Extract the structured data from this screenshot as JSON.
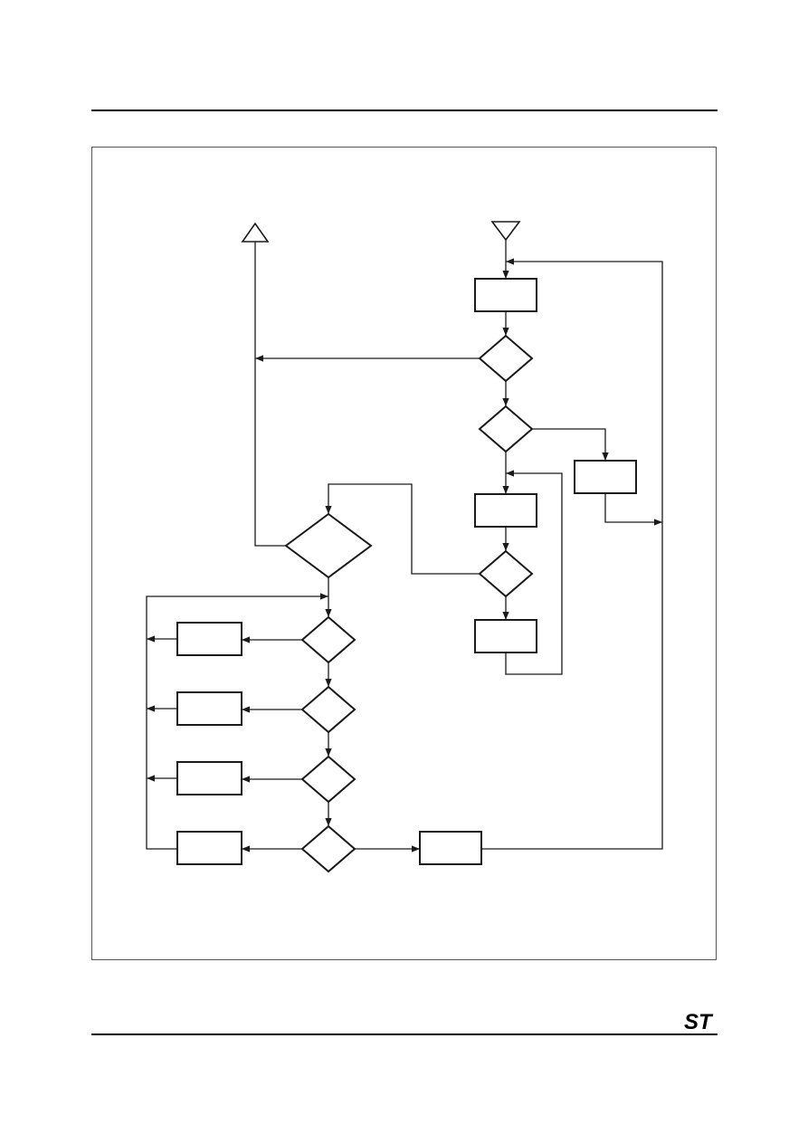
{
  "page": {
    "header_rule": true,
    "footer_rule": true
  },
  "diagram": {
    "type": "flowchart",
    "line_color": "#1a1a1a",
    "terminals": [
      {
        "id": "exit",
        "shape": "up-triangle",
        "label": ""
      },
      {
        "id": "entry",
        "shape": "down-triangle",
        "label": ""
      }
    ],
    "processes": [
      {
        "id": "p-top",
        "label": ""
      },
      {
        "id": "p-side",
        "label": ""
      },
      {
        "id": "p-mid",
        "label": ""
      },
      {
        "id": "p-low",
        "label": ""
      },
      {
        "id": "p-left-1",
        "label": ""
      },
      {
        "id": "p-left-2",
        "label": ""
      },
      {
        "id": "p-left-3",
        "label": ""
      },
      {
        "id": "p-left-4",
        "label": ""
      },
      {
        "id": "p-bottom",
        "label": ""
      }
    ],
    "decisions": [
      {
        "id": "d-1",
        "label": ""
      },
      {
        "id": "d-2",
        "label": ""
      },
      {
        "id": "d-3",
        "label": ""
      },
      {
        "id": "d-big",
        "label": ""
      },
      {
        "id": "d-c1",
        "label": ""
      },
      {
        "id": "d-c2",
        "label": ""
      },
      {
        "id": "d-c3",
        "label": ""
      },
      {
        "id": "d-c4",
        "label": ""
      }
    ]
  },
  "logo": {
    "name": "st-logo",
    "text": "ST"
  }
}
